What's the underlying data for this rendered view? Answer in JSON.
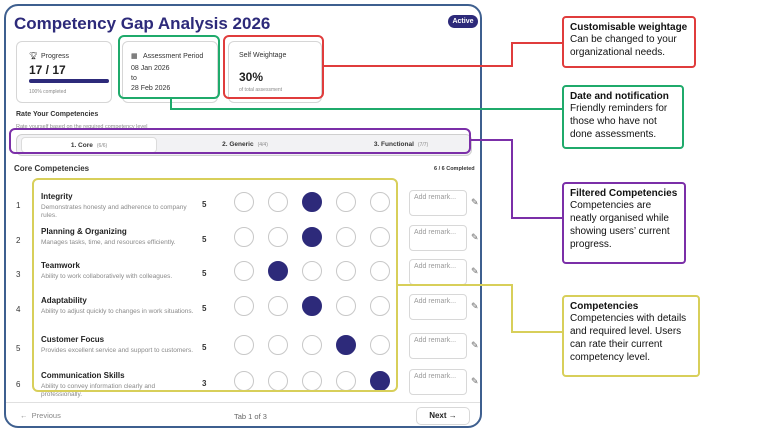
{
  "app": {
    "title": "Competency Gap Analysis 2026",
    "status": "Active",
    "accent_color": "#2d2a7a"
  },
  "progress_card": {
    "label": "Progress",
    "icon": "trophy-icon",
    "value": "17 / 17",
    "fraction": 1.0,
    "caption": "100% completed"
  },
  "period_card": {
    "label": "Assessment Period",
    "icon": "calendar-icon",
    "start": "08 Jan 2026",
    "to": "to",
    "end": "28 Feb 2026"
  },
  "weight_card": {
    "label": "Self Weightage",
    "value": "30%",
    "caption": "of total assessment"
  },
  "rate_section": {
    "title": "Rate Your Competencies",
    "subtitle": "Rate yourself based on the required competency level"
  },
  "tabs": [
    {
      "label": "1. Core",
      "count": "(6/6)",
      "active": true
    },
    {
      "label": "2. Generic",
      "count": "(4/4)",
      "active": false
    },
    {
      "label": "3. Functional",
      "count": "(7/7)",
      "active": false
    }
  ],
  "core": {
    "heading": "Core Competencies",
    "completed": "6 / 6 Completed",
    "remark_placeholder": "Add remark...",
    "rows": [
      {
        "num": "1",
        "name": "Integrity",
        "desc": "Demonstrates honesty and adherence to company rules.",
        "level": "5",
        "rating": 3
      },
      {
        "num": "2",
        "name": "Planning & Organizing",
        "desc": "Manages tasks, time, and resources efficiently.",
        "level": "5",
        "rating": 3
      },
      {
        "num": "3",
        "name": "Teamwork",
        "desc": "Ability to work collaboratively with colleagues.",
        "level": "5",
        "rating": 2
      },
      {
        "num": "4",
        "name": "Adaptability",
        "desc": "Ability to adjust quickly to changes in work situations.",
        "level": "5",
        "rating": 3
      },
      {
        "num": "5",
        "name": "Customer Focus",
        "desc": "Provides excellent service and support to customers.",
        "level": "5",
        "rating": 4
      },
      {
        "num": "6",
        "name": "Communication Skills",
        "desc": "Ability to convey information clearly and professionally.",
        "level": "3",
        "rating": 5
      }
    ]
  },
  "footer": {
    "previous": "Previous",
    "indicator": "Tab 1 of 3",
    "next": "Next"
  },
  "callouts": [
    {
      "id": "weightage",
      "title": "Customisable weightage",
      "body": "Can be changed to your organizational needs.",
      "color": "#e03c3c"
    },
    {
      "id": "date",
      "title": "Date and notification",
      "body": "Friendly reminders for those who have not done assessments.",
      "color": "#1faa6b"
    },
    {
      "id": "filtered",
      "title": "Filtered Competencies",
      "body": "Competencies are neatly organised while showing users’ current progress.",
      "color": "#7b2fa8"
    },
    {
      "id": "competencies",
      "title": "Competencies",
      "body": "Competencies with details and required level. Users can rate their current competency level.",
      "color": "#d8cf5a"
    }
  ]
}
